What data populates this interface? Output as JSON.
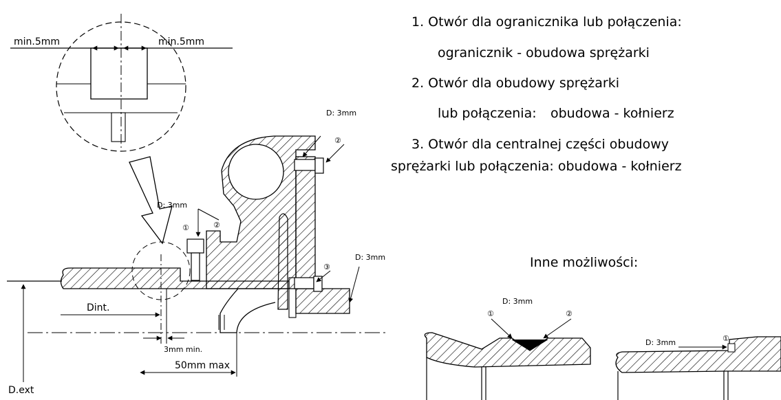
{
  "drawing": {
    "detail_left_label": "min.5mm",
    "detail_right_label": "min.5mm",
    "d3mm_labels": [
      "D: 3mm",
      "D: 3mm",
      "D: 3mm"
    ],
    "callouts": [
      "①",
      "②",
      "②",
      "③"
    ],
    "dint_label": "Dint.",
    "dext_label": "D.ext",
    "min3_label": "3mm min.",
    "max50_label": "50mm max"
  },
  "instructions": {
    "item1_line1": "1. Otwór dla ogranicznika lub połączenia:",
    "item1_line2": "ogranicznik - obudowa sprężarki",
    "item2_line1": "2. Otwór dla obudowy sprężarki",
    "item2_line2a": "lub połączenia:",
    "item2_line2b": "obudowa - kołnierz",
    "item3_line1": "3.  Otwór  dla  centralnej  części  obudowy",
    "item3_line2": "sprężarki lub połączenia: obudowa - kołnierz"
  },
  "alternatives": {
    "title": "Inne możliwości:",
    "alt1_label": "D: 3mm",
    "alt1_callouts": [
      "①",
      "②"
    ],
    "alt2_label": "D: 3mm",
    "alt2_callout": "①"
  }
}
